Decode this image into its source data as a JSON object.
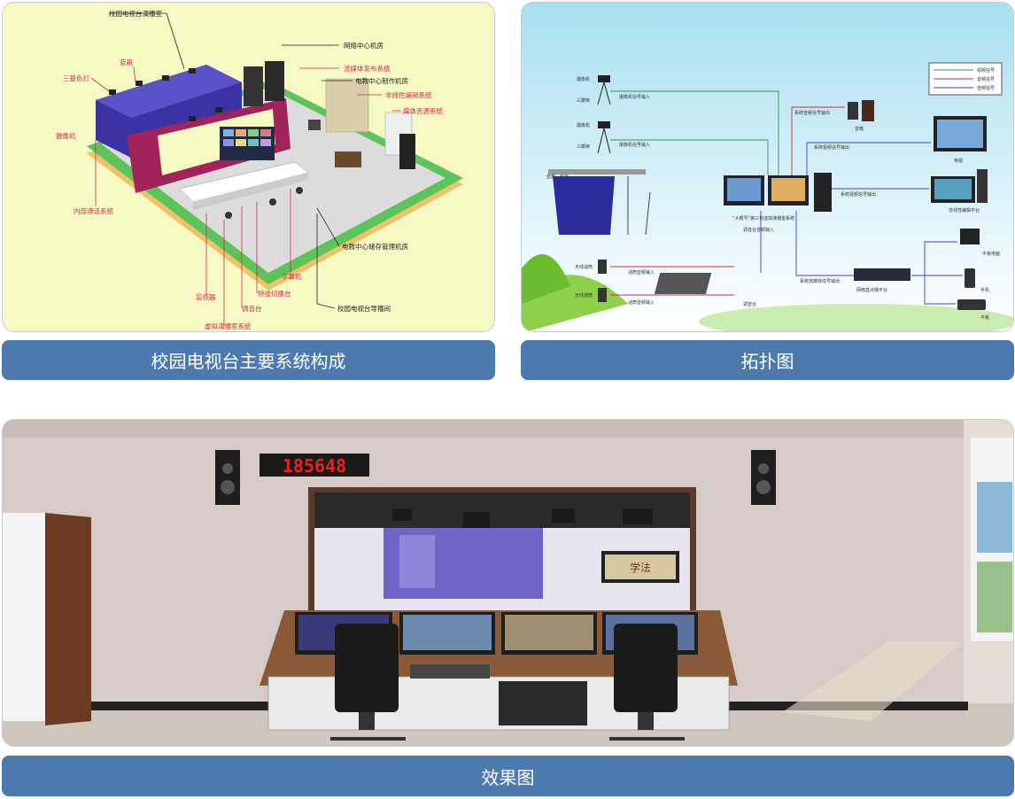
{
  "panels": {
    "system": {
      "caption": "校园电视台主要系统构成",
      "labels": {
        "studio": "校园电视台演播室",
        "backdrop": "蓝箱",
        "three_color_light": "三基色灯",
        "camera": "摄像机",
        "intercom": "内部通话系统",
        "network_room": "网络中心机房",
        "streaming": "流媒体发布系统",
        "production_room": "电教中心制作机房",
        "nonlinear": "非线性编辑系统",
        "media_asset": "媒体资源系统",
        "storage_room": "电教中心储存管理机房",
        "director_room": "校园电视台导播间",
        "subtitle": "字幕机",
        "special_switcher": "特技切换台",
        "mixer": "调音台",
        "monitor": "监视器",
        "virtual_studio": "虚拟演播室系统"
      }
    },
    "topology": {
      "caption": "拓扑图",
      "legend": [
        "视频信号",
        "音频信号",
        "音频信号"
      ],
      "labels": {
        "camera1": "摄像机",
        "tripod1": "三脚架",
        "camera2": "摄像机",
        "tripod2": "三脚架",
        "backdrop": "蓝箱、灯光",
        "mic1": "无线话筒",
        "mic2": "无线话筒",
        "video_in1": "摄像机信号输入",
        "video_in2": "摄像机信号输入",
        "audio_in1": "话筒音频输入",
        "audio_in2": "话筒音频输入",
        "mixer": "调音台",
        "mixer_out": "调音台音频输入",
        "system": "“大眼号”第三代虚拟演播室系统",
        "speaker": "音箱",
        "speaker_out": "系统音频信号输出",
        "tv": "电视",
        "tv_out": "系统视频信号输出",
        "screen_out": "系统视频信号输出",
        "pc": "非线性编辑平台",
        "stream_out": "系统流媒体信号输出",
        "live_platform": "网络直点播平台",
        "phone": "手机",
        "pad": "平板",
        "tablet": "平板电脑"
      }
    },
    "effect": {
      "caption": "效果图",
      "clock": "185648",
      "screen_text": "学法"
    }
  }
}
